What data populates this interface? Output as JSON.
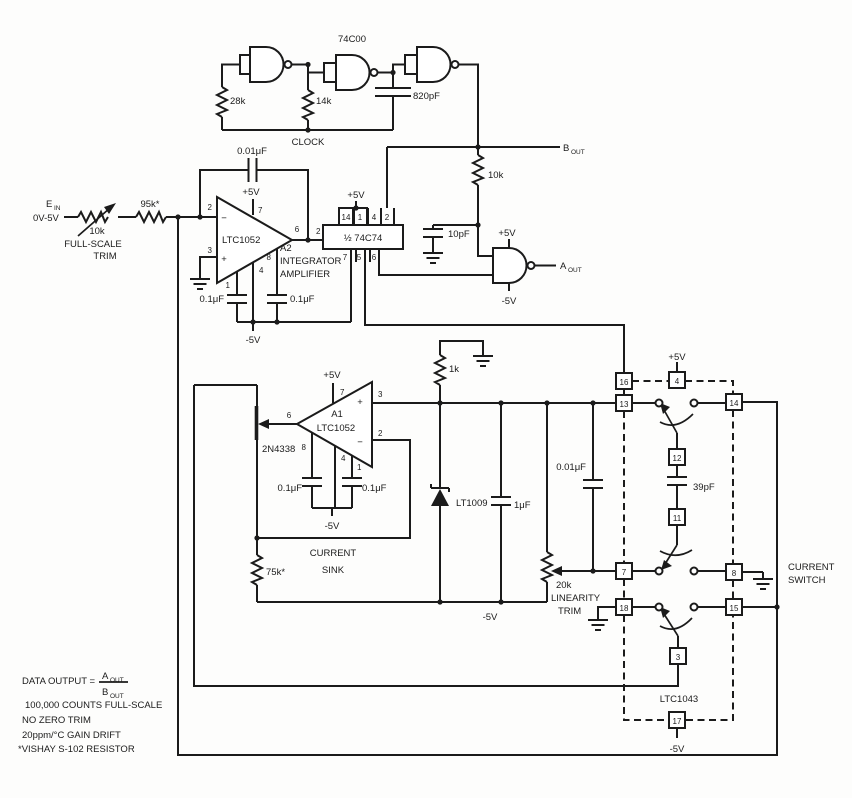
{
  "osc": {
    "ic": "74C00",
    "r1": "28k",
    "r2": "14k",
    "c1": "820pF",
    "clock": "CLOCK"
  },
  "input": {
    "sig": "E",
    "sig_sub": "IN",
    "range": "0V-5V",
    "pot": "10k",
    "pot_l1": "FULL-SCALE",
    "pot_l2": "TRIM",
    "rs": "95k*"
  },
  "a2": {
    "name": "A2",
    "ic": "LTC1052",
    "role1": "INTEGRATOR",
    "role2": "AMPLIFIER",
    "vp": "+5V",
    "vm": "-5V",
    "cfb": "0.01μF",
    "cl": "0.1μF",
    "cr": "0.1μF",
    "p2": "2",
    "p3": "3",
    "p7": "7",
    "p6": "6",
    "p1": "1",
    "p4": "4",
    "p8": "8",
    "minus": "−",
    "plus": "+"
  },
  "ff": {
    "ic": "½ 74C74",
    "vp": "+5V",
    "pt": [
      "14",
      "1",
      "4",
      "2"
    ],
    "pb": [
      "7",
      "5",
      "6"
    ],
    "pl": "2"
  },
  "out": {
    "bout": "B",
    "bout_sub": "OUT",
    "aout": "A",
    "aout_sub": "OUT",
    "r": "10k",
    "c": "10pF",
    "vp": "+5V",
    "vm": "-5V"
  },
  "sink": {
    "name": "A1",
    "ic": "LTC1052",
    "fet": "2N4338",
    "rs": "75k*",
    "l1": "CURRENT",
    "l2": "SINK",
    "vp": "+5V",
    "vm": "-5V",
    "cl": "0.1μF",
    "cr": "0.1μF",
    "p2": "2",
    "p3": "3",
    "p7": "7",
    "p6": "6",
    "p1": "1",
    "p4": "4",
    "p8": "8",
    "minus": "−",
    "plus": "+"
  },
  "ref": {
    "r1": "1k",
    "zener": "LT1009",
    "c1": "1μF",
    "c2": "0.01μF",
    "pot": "20k",
    "pot_l1": "LINEARITY",
    "pot_l2": "TRIM",
    "vm": "-5V"
  },
  "sw": {
    "ic": "LTC1043",
    "c": "39pF",
    "vp": "+5V",
    "vm": "-5V",
    "l1": "CURRENT",
    "l2": "SWITCH",
    "p16": "16",
    "p13": "13",
    "p4": "4",
    "p14": "14",
    "p12": "12",
    "p11": "11",
    "p7": "7",
    "p8": "8",
    "p18": "18",
    "p15": "15",
    "p3": "3",
    "p17": "17"
  },
  "notes": {
    "l1": "DATA OUTPUT =",
    "ft": "A",
    "fts": "OUT",
    "fb": "B",
    "fbs": "OUT",
    "l2": "100,000 COUNTS FULL-SCALE",
    "l3": "NO ZERO TRIM",
    "l4": "20ppm/°C GAIN DRIFT",
    "l5": "*VISHAY S-102 RESISTOR"
  }
}
